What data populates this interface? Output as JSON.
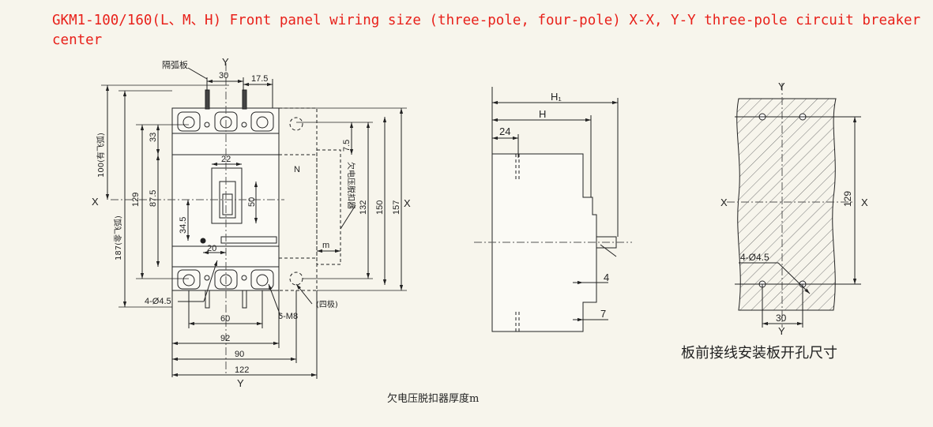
{
  "title": "GKM1-100/160(L、M、H) Front panel wiring size (three-pole, four-pole) X-X, Y-Y three-pole circuit breaker center",
  "front_view": {
    "arc_plate_label": "隔弧板",
    "axis_y_top": "Y",
    "axis_y_bottom": "Y",
    "axis_x_left": "X",
    "axis_x_right": "X",
    "dim_30": "30",
    "dim_17_5": "17.5",
    "dim_100": "100(有飞弧)",
    "dim_187": "187(零飞弧)",
    "dim_33": "33",
    "dim_129": "129",
    "dim_87_5": "87.5",
    "dim_22": "22",
    "dim_50": "50",
    "dim_34_5": "34.5",
    "dim_20": "20",
    "dim_7_5": "7.5",
    "label_n": "N",
    "label_uv": "欠电压脱扣器",
    "label_m": "m",
    "dim_132": "132",
    "dim_150": "150",
    "dim_157": "157",
    "dim_hole": "4-Ø4.5",
    "dim_m8": "6-M8",
    "four_pole": "(四极)",
    "dim_60": "60",
    "dim_92": "92",
    "dim_90": "90",
    "dim_122": "122",
    "caption": "欠电压脱扣器厚度m"
  },
  "side_view": {
    "dim_h1": "H₁",
    "dim_h": "H",
    "dim_24": "24",
    "dim_4": "4",
    "dim_7": "7"
  },
  "panel_view": {
    "axis_y_top": "Y",
    "axis_y_bottom": "Y",
    "axis_x_left": "X",
    "axis_x_right": "X",
    "dim_129": "129",
    "dim_hole": "4-Ø4.5",
    "dim_30": "30",
    "caption": "板前接线安装板开孔尺寸"
  }
}
